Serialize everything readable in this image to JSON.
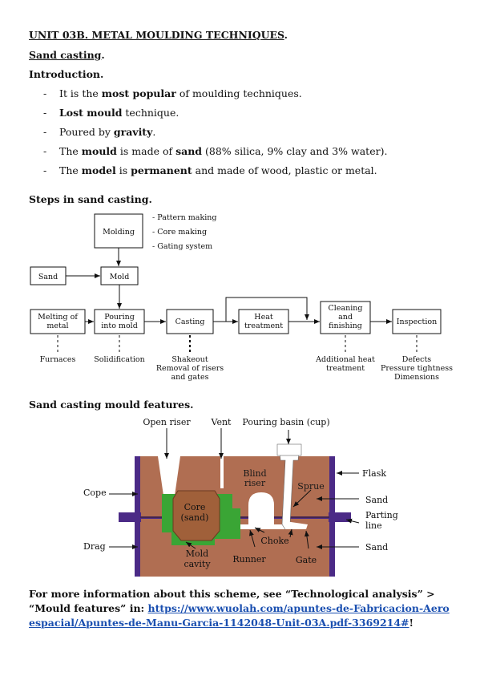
{
  "unit_title": "UNIT 03B. METAL MOULDING TECHNIQUES",
  "unit_title_suffix": ".",
  "section_title": "Sand casting",
  "section_title_suffix": ".",
  "intro_heading": "Introduction",
  "intro_heading_suffix": ".",
  "bullets": [
    {
      "pre": "It is the ",
      "bold": "most popular",
      "post": " of moulding techniques.",
      "bold2": "",
      "post2": "",
      "bold3": "",
      "post3": ""
    },
    {
      "pre": "",
      "bold": "Lost mould",
      "post": " technique.",
      "bold2": "",
      "post2": "",
      "bold3": "",
      "post3": ""
    },
    {
      "pre": "Poured by ",
      "bold": "gravity",
      "post": ".",
      "bold2": "",
      "post2": "",
      "bold3": "",
      "post3": ""
    },
    {
      "pre": "The ",
      "bold": "mould",
      "post": " is made of ",
      "bold2": "sand",
      "post2": " (88% silica, 9% clay and 3% water).",
      "bold3": "",
      "post3": ""
    },
    {
      "pre": "The ",
      "bold": "model",
      "post": " is ",
      "bold2": "permanent",
      "post2": " and made of wood, plastic or metal.",
      "bold3": "",
      "post3": ""
    }
  ],
  "steps_heading": "Steps in sand casting.",
  "flow": {
    "molding": "Molding",
    "molding_notes": [
      "-  Pattern  making",
      "-  Core  making",
      "-  Gating  system"
    ],
    "sand": "Sand",
    "mold": "Mold",
    "melting": [
      "Melting  of",
      "metal"
    ],
    "pouring": [
      "Pouring",
      "into  mold"
    ],
    "casting": "Casting",
    "heat": [
      "Heat",
      "treatment"
    ],
    "cleaning": [
      "Cleaning",
      "and",
      "finishing"
    ],
    "inspection": "Inspection",
    "under_melting": [
      "Furnaces"
    ],
    "under_pouring": [
      "Solidification"
    ],
    "under_casting": [
      "Shakeout",
      "Removal  of  risers",
      "and  gates"
    ],
    "under_cleaning": [
      "Additional  heat",
      "treatment"
    ],
    "under_inspection": [
      "Defects",
      "Pressure  tightness",
      "Dimensions"
    ]
  },
  "features_heading": "Sand casting mould features.",
  "mould": {
    "open_riser": "Open  riser",
    "vent": "Vent",
    "pouring_basin": "Pouring  basin  (cup)",
    "flask": "Flask",
    "cope": "Cope",
    "blind_riser": [
      "Blind",
      "riser"
    ],
    "sprue": "Sprue",
    "sand_top": "Sand",
    "core": [
      "Core",
      "(sand)"
    ],
    "parting_line": [
      "Parting",
      "line"
    ],
    "drag": "Drag",
    "choke": "Choke",
    "mold_cavity": [
      "Mold",
      "cavity"
    ],
    "runner": "Runner",
    "gate": "Gate",
    "sand_bottom": "Sand"
  },
  "colors": {
    "sand": "#b06e52",
    "flask": "#4b2a86",
    "core": "#3aa535",
    "core_inner": "#a0603a",
    "link": "#1a4fb0"
  },
  "footer": {
    "text": "For more information about this scheme, see “Technological analysis” > “Mould features” in: ",
    "link": "https://www.wuolah.com/apuntes-de-Fabricacion-Aeroespacial/Apuntes-de-Manu-Garcia-1142048-Unit-03A.pdf-3369214#",
    "tail": "!"
  }
}
